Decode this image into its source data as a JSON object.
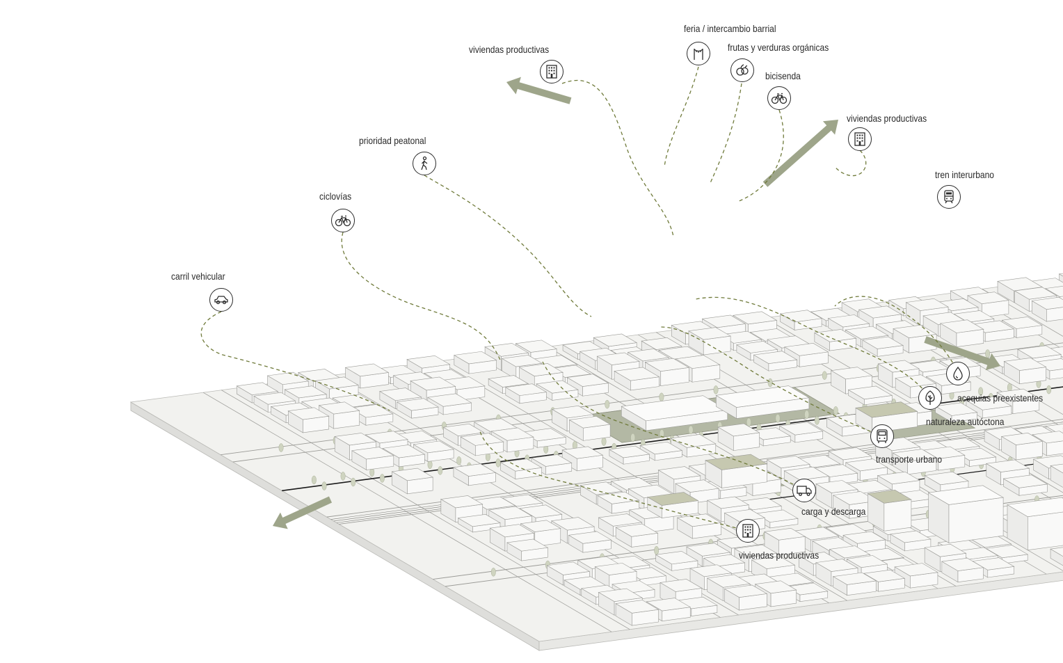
{
  "diagram": {
    "colors": {
      "building_fill": "#f7f7f5",
      "building_stroke": "#9a9a96",
      "highlight_fill": "#c6c8b0",
      "plaza_fill": "#b3b8a4",
      "tree_fill": "#cfd4c0",
      "arrow_fill": "#9ea58a",
      "path_line": "#6f7a3a",
      "ground": "#f2f2ef",
      "ground_side": "#dededb"
    },
    "labels": {
      "viviendas_top": "viviendas productivas",
      "feria": "feria / intercambio barrial",
      "frutas": "frutas y verduras orgánicas",
      "bicisenda": "bicisenda",
      "viviendas_right": "viviendas productivas",
      "prioridad": "prioridad peatonal",
      "tren": "tren interurbano",
      "ciclovias": "ciclovías",
      "carril": "carril vehicular",
      "acequias": "acequias preexistentes",
      "naturaleza": "naturaleza autóctona",
      "transporte": "transporte urbano",
      "carga": "carga y descarga",
      "viviendas_bottom": "viviendas productivas"
    },
    "icons": {
      "viviendas_top": "building-icon",
      "feria": "market-stall-icon",
      "frutas": "fruit-icon",
      "bicisenda": "bicycle-icon",
      "viviendas_right": "building-icon",
      "prioridad": "pedestrian-icon",
      "tren": "train-icon",
      "ciclovias": "bicycle-icon",
      "carril": "car-icon",
      "acequias": "water-drop-icon",
      "naturaleza": "tree-icon",
      "transporte": "bus-icon",
      "carga": "truck-icon",
      "viviendas_bottom": "building-icon"
    }
  }
}
